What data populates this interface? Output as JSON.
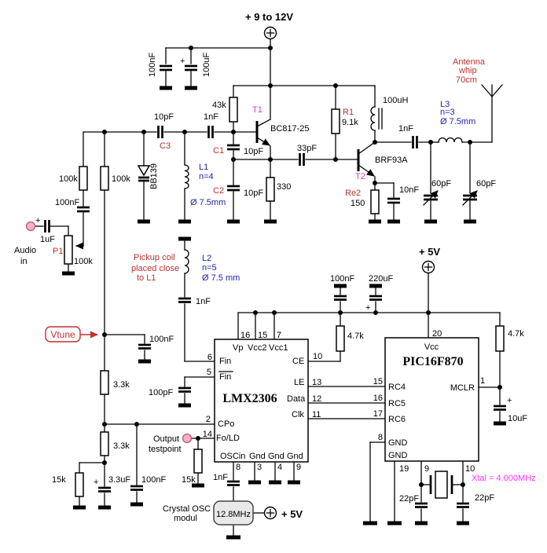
{
  "meta": {
    "kind": "circuit-schematic",
    "subject": "FM transmitter with LMX2306 PLL and PIC16F870"
  },
  "colors": {
    "designator_red": "#c03030",
    "inductor_blue": "#2222bb",
    "transistor_magenta": "#cc44cc",
    "xtal_magenta": "#ff35ff",
    "terminal_pink": "#ffaec9",
    "module_gray": "#e9e9e9"
  },
  "supply912": {
    "label": "+ 9 to 12V",
    "c_nf": "100nF",
    "c_uf": "100uF",
    "plus": "+"
  },
  "osc": {
    "r_base": "43k",
    "t1_ref": "T1",
    "t1_part": "BC817-25",
    "c3_val": "10pF",
    "c3_ref": "C3",
    "cin": "1nF",
    "c1_ref": "C1",
    "c1_val": "10pF",
    "c2_ref": "C2",
    "c2_val": "10pF",
    "re": "330",
    "r_bias_l": "100k",
    "r_bias_r": "100k",
    "c_bias": "100nF",
    "varicap": "BB139",
    "l1_ref": "L1",
    "l1_n": "n=4",
    "l1_d": "Ø 7.5mm"
  },
  "audio": {
    "line1": "Audio",
    "line2": "in",
    "plus": "+",
    "cap": "1uF",
    "pot_ref": "P1",
    "pot_val": "100k"
  },
  "pa": {
    "c_couple": "33pF",
    "r1_ref": "R1",
    "r1_val": "9.1k",
    "choke": "100uH",
    "t2_ref": "T2",
    "t2_part": "BRF93A",
    "re2_ref": "Re2",
    "re2_val": "150",
    "c_dec": "10nF",
    "c_out": "1nF",
    "l3_ref": "L3",
    "l3_n": "n=3",
    "l3_d": "Ø 7.5mm",
    "trim_l": "60pF",
    "trim_r": "60pF"
  },
  "antenna": {
    "line1": "Antenna",
    "line2": "whip",
    "line3": "70cm"
  },
  "pickup": {
    "note1": "Pickup coil",
    "note2": "placed close",
    "note3": "to L1",
    "l2_ref": "L2",
    "l2_n": "n=5",
    "l2_d": "Ø 7.5 mm",
    "cap": "1nF"
  },
  "loop": {
    "vtune": "Vtune",
    "c_a": "100nF",
    "r_a": "3.3k",
    "r_b": "3.3k",
    "r_c": "15k",
    "c_b": "3.3uF",
    "c_c": "100nF",
    "plus": "+"
  },
  "pll": {
    "name": "LMX2306",
    "vp": "Vp",
    "vcc2": "Vcc2",
    "vcc1": "Vcc1",
    "fin": "Fin",
    "finb": "Fin",
    "cpo": "CPo",
    "fold": "Fo/LD",
    "oscin": "OSCin",
    "gnd": "Gnd",
    "ce": "CE",
    "le": "LE",
    "data": "Data",
    "clk": "Clk",
    "p16": "16",
    "p15": "15",
    "p7": "7",
    "p6": "6",
    "p5": "5",
    "p2": "2",
    "p14": "14",
    "p10": "10",
    "p13": "13",
    "p12": "12",
    "p11": "11",
    "p8": "8",
    "p3": "3",
    "p4": "4",
    "p9": "9",
    "r_ce": "4.7k",
    "c_fin": "100pF",
    "tp1": "Output",
    "tp2": "testpoint",
    "r_tp": "15k",
    "c_osc": "1nF"
  },
  "supply5": {
    "label": "+ 5V",
    "c_nf": "100nF",
    "c_uf": "220uF",
    "plus": "+"
  },
  "mcu": {
    "name": "PIC16F870",
    "vcc": "Vcc",
    "p20": "20",
    "rc4": "RC4",
    "rc5": "RC5",
    "rc6": "RC6",
    "gnd1": "GND",
    "gnd2": "GND",
    "mclr": "MCLR",
    "p15": "15",
    "p16": "16",
    "p17": "17",
    "p8": "8",
    "p1": "1",
    "p19": "19",
    "p9": "9",
    "p10": "10",
    "r_mclr": "4.7k",
    "c_mclr": "10uF",
    "plus": "+",
    "c_xl": "22pF",
    "c_xr": "22pF",
    "xtal_note": "Xtal = 4.000MHz"
  },
  "xmod": {
    "freq": "12.8MHz",
    "note1": "Crystal OSC",
    "note2": "modul",
    "supply": "+ 5V"
  }
}
